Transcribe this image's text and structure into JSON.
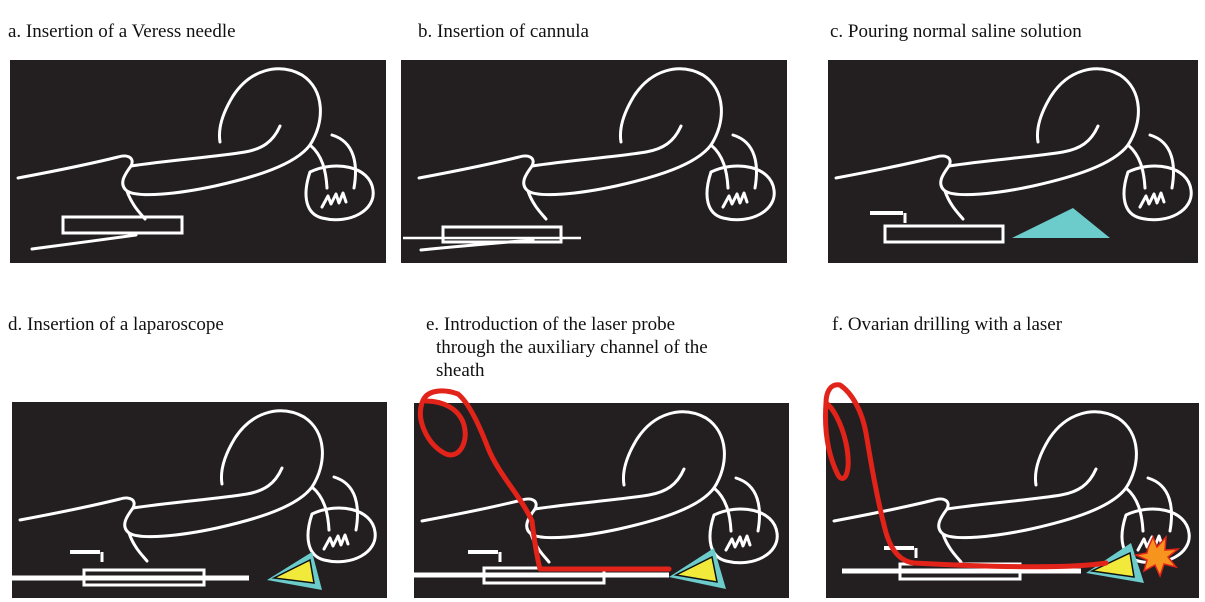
{
  "panels": [
    {
      "id": "a",
      "caption": "a. Insertion of a Veress needle"
    },
    {
      "id": "b",
      "caption": "b. Insertion of cannula"
    },
    {
      "id": "c",
      "caption": "c. Pouring normal saline solution"
    },
    {
      "id": "d",
      "caption": "d. Insertion of a laparoscope"
    },
    {
      "id": "e",
      "caption_lines": [
        "e. Introduction of the laser probe",
        "through the auxiliary channel of the",
        "sheath"
      ]
    },
    {
      "id": "f",
      "caption": "f. Ovarian drilling with a laser"
    }
  ],
  "colors": {
    "background": "#231f20",
    "outline": "#ffffff",
    "saline": "#6ccbcb",
    "scope_lens": "#f2ea3a",
    "laser_fiber": "#e2231a",
    "laser_burst": "#f7941d"
  }
}
